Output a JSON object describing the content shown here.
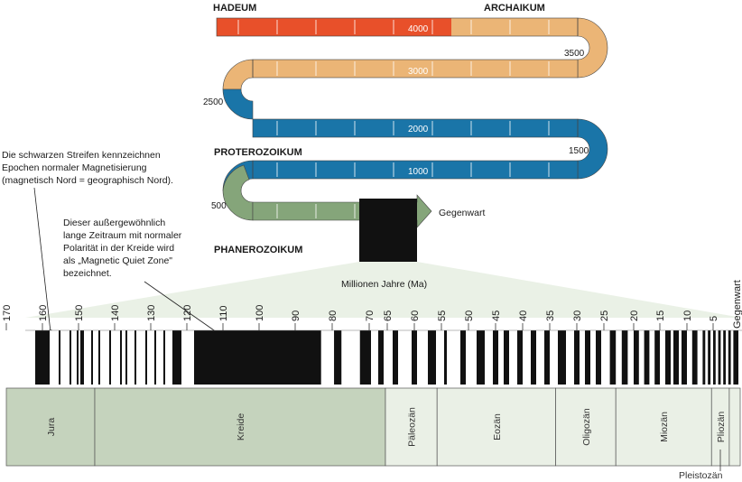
{
  "timeline": {
    "eons": [
      {
        "name": "HADEUM",
        "color": "#e8502a"
      },
      {
        "name": "ARCHAIKUM",
        "color": "#ebb576"
      },
      {
        "name": "PROTEROZOIKUM",
        "color": "#1a75a8"
      },
      {
        "name": "PHANEROZOIKUM",
        "color": "#85a57a"
      }
    ],
    "age_labels": [
      "4000",
      "3500",
      "3000",
      "2500",
      "2000",
      "1500",
      "1000",
      "500"
    ],
    "present_label": "Gegenwart",
    "unit_label": "Millionen Jahre (Ma)"
  },
  "notes": {
    "black_stripes": [
      "Die schwarzen Streifen kennzeichnen",
      "Epochen normaler Magnetisierung",
      "(magnetisch Nord = geographisch Nord)."
    ],
    "quiet_zone": [
      "Dieser außergewöhnlich",
      "lange Zeitraum mit normaler",
      "Polarität in der Kreide wird",
      "als „Magnetic Quiet Zone\"",
      "bezeichnet."
    ]
  },
  "scale": {
    "ticks": [
      "170",
      "160",
      "150",
      "140",
      "130",
      "120",
      "110",
      "100",
      "90",
      "80",
      "70",
      "65",
      "60",
      "55",
      "50",
      "45",
      "40",
      "35",
      "30",
      "25",
      "20",
      "15",
      "10",
      "5"
    ],
    "present": "Gegenwart"
  },
  "polarity_normal_intervals": [
    [
      162,
      158
    ],
    [
      155.5,
      155
    ],
    [
      152.5,
      152
    ],
    [
      150.5,
      150
    ],
    [
      149.5,
      148.5
    ],
    [
      146.5,
      146
    ],
    [
      144.5,
      144
    ],
    [
      141.5,
      141
    ],
    [
      138.5,
      138
    ],
    [
      137,
      136.5
    ],
    [
      134.5,
      134
    ],
    [
      131.5,
      131
    ],
    [
      129,
      128.5
    ],
    [
      126.5,
      126
    ],
    [
      124,
      121.5
    ],
    [
      118,
      83
    ],
    [
      79.5,
      77.5
    ],
    [
      72.5,
      69.5
    ],
    [
      67.5,
      66
    ],
    [
      64,
      63
    ],
    [
      60.5,
      59.5
    ],
    [
      57.5,
      56
    ],
    [
      54.5,
      54
    ],
    [
      51.5,
      50.5
    ],
    [
      48.5,
      47
    ],
    [
      45.5,
      44.5
    ],
    [
      43.5,
      42.5
    ],
    [
      41,
      40
    ],
    [
      38.5,
      37.5
    ],
    [
      36,
      35
    ],
    [
      33.5,
      32
    ],
    [
      30.5,
      29.5
    ],
    [
      28.5,
      27.5
    ],
    [
      26.5,
      25.5
    ],
    [
      24,
      23
    ],
    [
      22,
      21
    ],
    [
      20,
      19
    ],
    [
      18,
      17
    ],
    [
      16,
      15
    ],
    [
      14,
      13
    ],
    [
      12.5,
      11.5
    ],
    [
      11,
      10
    ],
    [
      9,
      8
    ],
    [
      7,
      6.5
    ],
    [
      6,
      5.5
    ],
    [
      5,
      4.5
    ],
    [
      4,
      3.5
    ],
    [
      3,
      2.5
    ],
    [
      2,
      1.5
    ],
    [
      1,
      0
    ]
  ],
  "epochs": [
    {
      "name": "Jura"
    },
    {
      "name": "Kreide"
    },
    {
      "name": "Päleozän"
    },
    {
      "name": "Eozän"
    },
    {
      "name": "Oligozän"
    },
    {
      "name": "Miozän"
    },
    {
      "name": "Pliozän"
    }
  ],
  "pleistocene_label": "Pleistozän"
}
